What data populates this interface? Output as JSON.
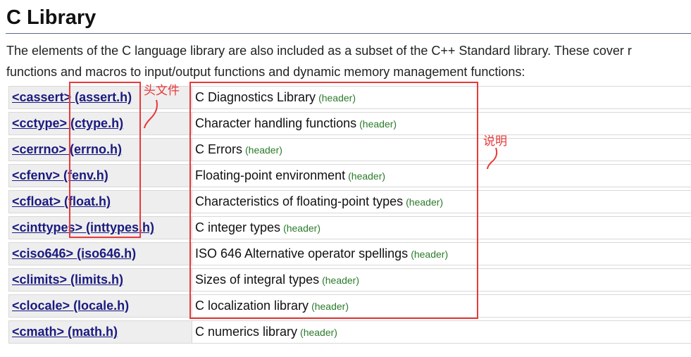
{
  "page": {
    "title": "C Library",
    "intro_line1": "The elements of the C language library are also included as a subset of the C++ Standard library. These cover r",
    "intro_line2": "functions and macros to input/output functions and dynamic memory management functions:"
  },
  "rows": [
    {
      "header": "<cassert> (assert.h)",
      "desc": "C Diagnostics Library",
      "tag": "(header)"
    },
    {
      "header": "<cctype> (ctype.h)",
      "desc": "Character handling functions",
      "tag": "(header)"
    },
    {
      "header": "<cerrno> (errno.h)",
      "desc": "C Errors",
      "tag": "(header)"
    },
    {
      "header": "<cfenv> (fenv.h)",
      "desc": "Floating-point environment",
      "tag": "(header)"
    },
    {
      "header": "<cfloat> (float.h)",
      "desc": "Characteristics of floating-point types",
      "tag": "(header)"
    },
    {
      "header": "<cinttypes> (inttypes.h)",
      "desc": "C integer types",
      "tag": "(header)"
    },
    {
      "header": "<ciso646> (iso646.h)",
      "desc": "ISO 646 Alternative operator spellings",
      "tag": "(header)"
    },
    {
      "header": "<climits> (limits.h)",
      "desc": "Sizes of integral types",
      "tag": "(header)"
    },
    {
      "header": "<clocale> (locale.h)",
      "desc": "C localization library",
      "tag": "(header)"
    },
    {
      "header": "<cmath> (math.h)",
      "desc": "C numerics library",
      "tag": "(header)"
    }
  ],
  "annotations": {
    "header_label": "头文件",
    "desc_label": "说明",
    "color": "#e8393a"
  }
}
